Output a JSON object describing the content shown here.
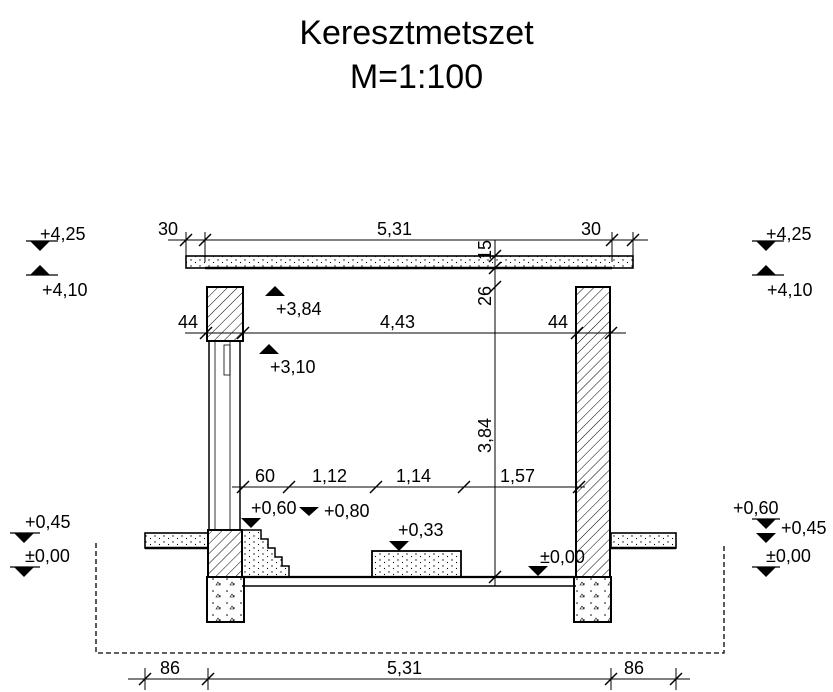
{
  "title": "Keresztmetszet",
  "scale": "M=1:100",
  "dimensions": {
    "top_left": "30",
    "top_span": "5,31",
    "top_right": "30",
    "slab": "15",
    "beam": "26",
    "wall_left": "44",
    "inner_span": "4,43",
    "wall_right": "44",
    "height": "3,84",
    "d_60": "60",
    "d_112": "1,12",
    "d_114": "1,14",
    "d_157": "1,57",
    "bot_left": "86",
    "bot_span": "5,31",
    "bot_right": "86"
  },
  "levels": {
    "l_425_left": "+4,25",
    "l_410_left": "+4,10",
    "l_425_right": "+4,25",
    "l_410_right": "+4,10",
    "l_384": "+3,84",
    "l_310": "+3,10",
    "l_045_left": "+0,45",
    "l_000_left": "±0,00",
    "l_060_stair": "+0,60",
    "l_080": "+0,80",
    "l_033": "+0,33",
    "l_000_inside": "±0,00",
    "l_060_right": "+0,60",
    "l_045_right": "+0,45",
    "l_000_right": "±0,00"
  }
}
